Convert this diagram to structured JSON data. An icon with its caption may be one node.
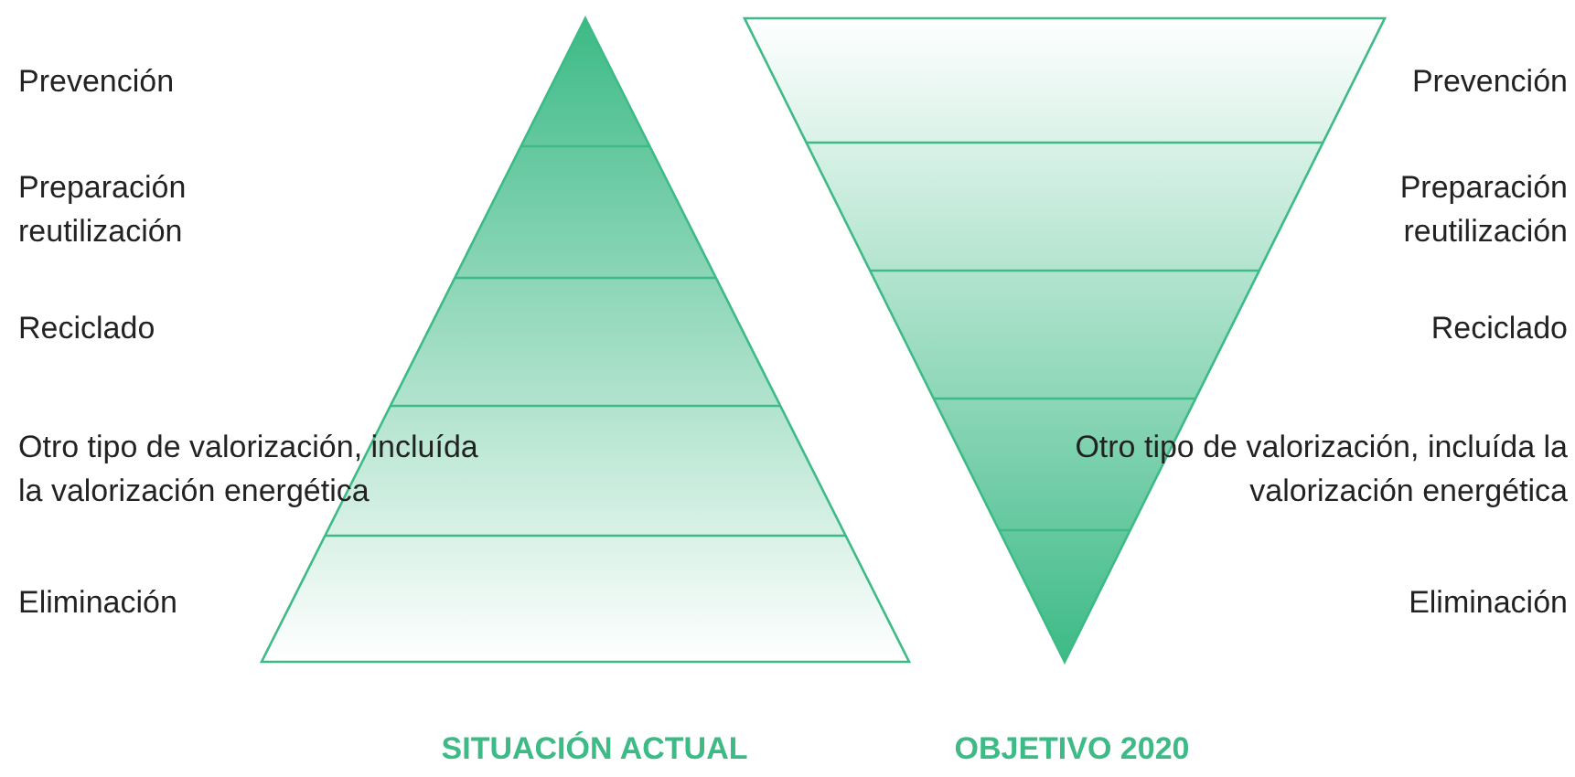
{
  "diagram": {
    "labels": [
      "Prevención",
      "Prevención",
      "Preparación reutilización",
      "Preparación reutilización",
      "Reciclado",
      "Reciclado",
      "Otro tipo de valorización, incluída la valorización energética",
      "Otro tipo de valorización, incluída la valorización energética",
      "Eliminación",
      "Eliminación",
      "SITUACIÓN ACTUAL",
      "OBJETIVO 2020"
    ]
  }
}
